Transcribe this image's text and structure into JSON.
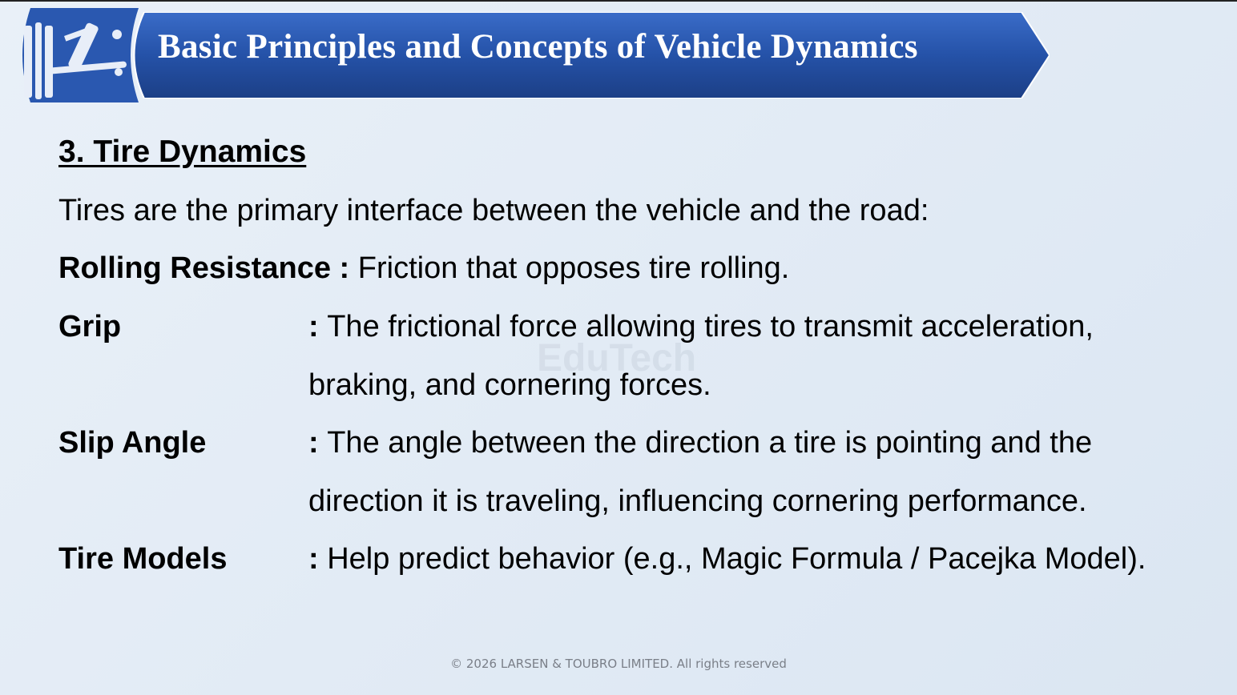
{
  "header": {
    "title": "Basic Principles and Concepts of Vehicle Dynamics",
    "logo_icon": "suspension-tire-icon"
  },
  "watermark": "EduTech",
  "section": {
    "heading": "3. Tire Dynamics",
    "intro": "Tires are the primary interface between the vehicle and the road:",
    "items": [
      {
        "term": "Rolling Resistance",
        "separator": " : ",
        "desc": [
          "Friction that opposes tire rolling."
        ]
      },
      {
        "term": "Grip",
        "separator": ": ",
        "desc": [
          "The frictional force allowing tires to transmit acceleration,",
          "braking, and cornering forces."
        ]
      },
      {
        "term": "Slip Angle",
        "separator": ": ",
        "desc": [
          "The angle between the direction a tire is pointing and the",
          "direction it is traveling, influencing cornering performance."
        ]
      },
      {
        "term": "Tire Models",
        "separator": ": ",
        "desc": [
          "Help predict behavior (e.g., Magic Formula / Pacejka Model)."
        ]
      }
    ]
  },
  "footer": "© 2026 LARSEN & TOUBRO LIMITED. All rights reserved"
}
